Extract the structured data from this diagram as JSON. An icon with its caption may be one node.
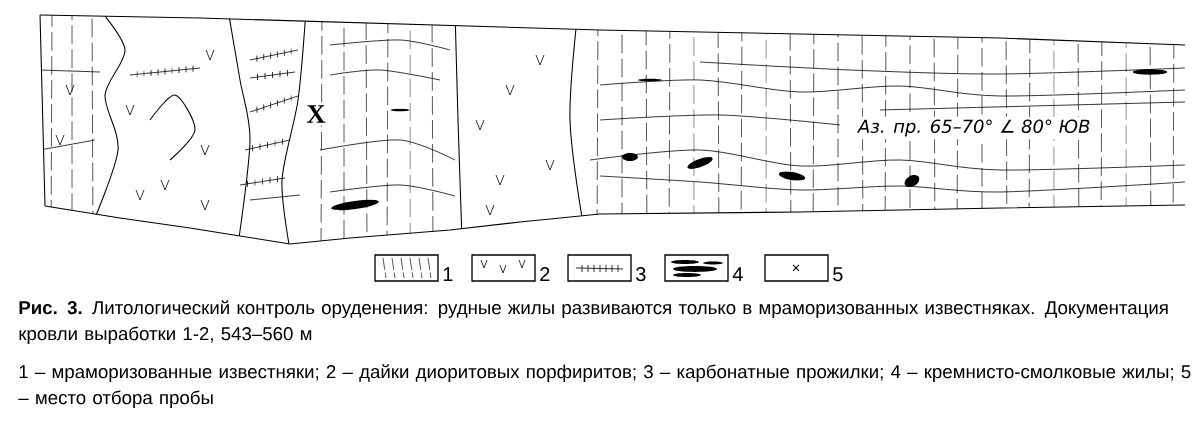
{
  "diagram": {
    "caption": "**Рис. 3.** Литологический контроль оруденения: рудные жилы развиваются только в мраморизованных известняках. Документация кровли выработки 1-2, 543–560 м",
    "labels": [
      "X",
      "Аз. пр. 65–70° ∠ 80° ЮВ",
      "1 – мраморизованные известняки; 2 – дайки диоритовых порфиритов; 3 – карбонатные прожилки; 4 – кремнисто-смолковые жилы; 5 – место отбора пробы"
    ],
    "legend": [
      {
        "text": "1"
      },
      {
        "text": "2"
      },
      {
        "text": "3"
      },
      {
        "text": "4"
      },
      {
        "text": "5"
      }
    ]
  }
}
